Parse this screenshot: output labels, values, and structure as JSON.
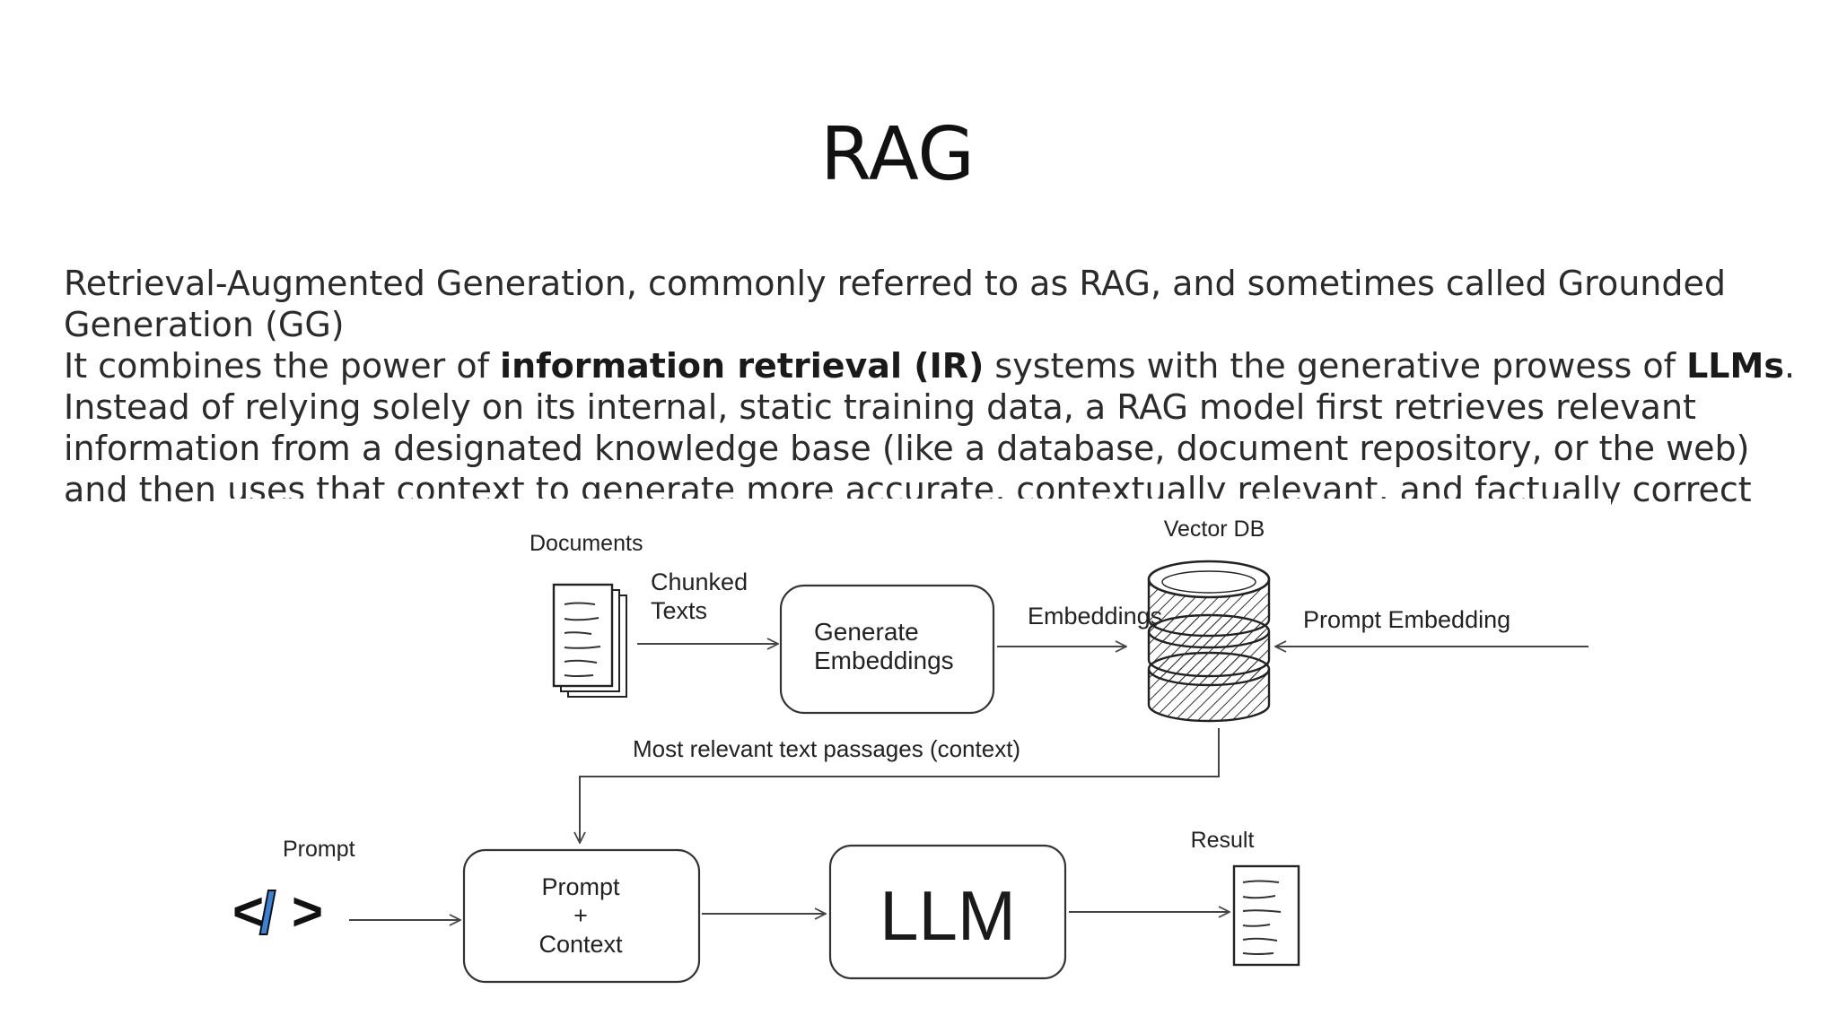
{
  "slide": {
    "title": "RAG",
    "paragraph_1": "Retrieval-Augmented Generation, commonly referred to as RAG, and sometimes called Grounded Generation (GG)",
    "paragraph_2": {
      "part_1": "It combines the power of ",
      "bold_1": "information retrieval (IR)",
      "part_2": " systems with the generative prowess of ",
      "bold_2": "LLMs",
      "part_3": ".",
      "rest": "Instead of relying solely on its internal, static training data, a RAG model first retrieves relevant information from a designated knowledge base (like a database, document repository, or the web) and then uses that context to generate more accurate, contextually relevant, and factually correct responses."
    }
  },
  "diagram": {
    "documents_label": "Documents",
    "chunked_texts_line1": "Chunked",
    "chunked_texts_line2": "Texts",
    "generate_embeddings_line1": "Generate",
    "generate_embeddings_line2": "Embeddings",
    "embeddings_label": "Embeddings",
    "vector_db_label": "Vector DB",
    "prompt_embedding_label": "Prompt Embedding",
    "context_label": "Most relevant text passages (context)",
    "prompt_label": "Prompt",
    "prompt_context_line1": "Prompt",
    "prompt_context_line2": "+",
    "prompt_context_line3": "Context",
    "llm_label": "LLM",
    "result_label": "Result",
    "code_glyph_left": "<",
    "code_glyph_slash": "/",
    "code_glyph_right": ">",
    "code_slash_color": "#3b82d6"
  }
}
